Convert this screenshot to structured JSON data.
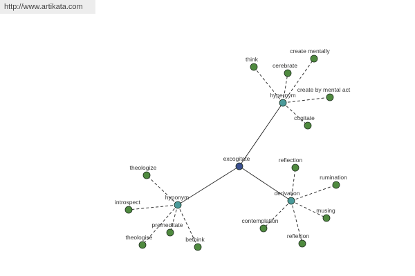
{
  "header": {
    "source_url": "http://www.artikata.com"
  },
  "graph": {
    "root": {
      "id": "excogitate",
      "label": "excogitate",
      "color": "#3a4f8f"
    },
    "groups": [
      {
        "id": "hypernym",
        "label": "hypernym",
        "color": "#4a9a9a",
        "children": [
          "think",
          "cerebrate",
          "create mentally",
          "create by mental act",
          "cogitate"
        ]
      },
      {
        "id": "derivation",
        "label": "derivation",
        "color": "#4a9a9a",
        "children": [
          "reflection",
          "rumination",
          "musing",
          "reflexion",
          "contemplation"
        ]
      },
      {
        "id": "hyponym",
        "label": "hyponym",
        "color": "#4a9a9a",
        "children": [
          "theologize",
          "introspect",
          "premeditate",
          "theologise",
          "bethink"
        ]
      }
    ],
    "leaf_color": "#4f8a3f",
    "edge_color": "#333333"
  }
}
